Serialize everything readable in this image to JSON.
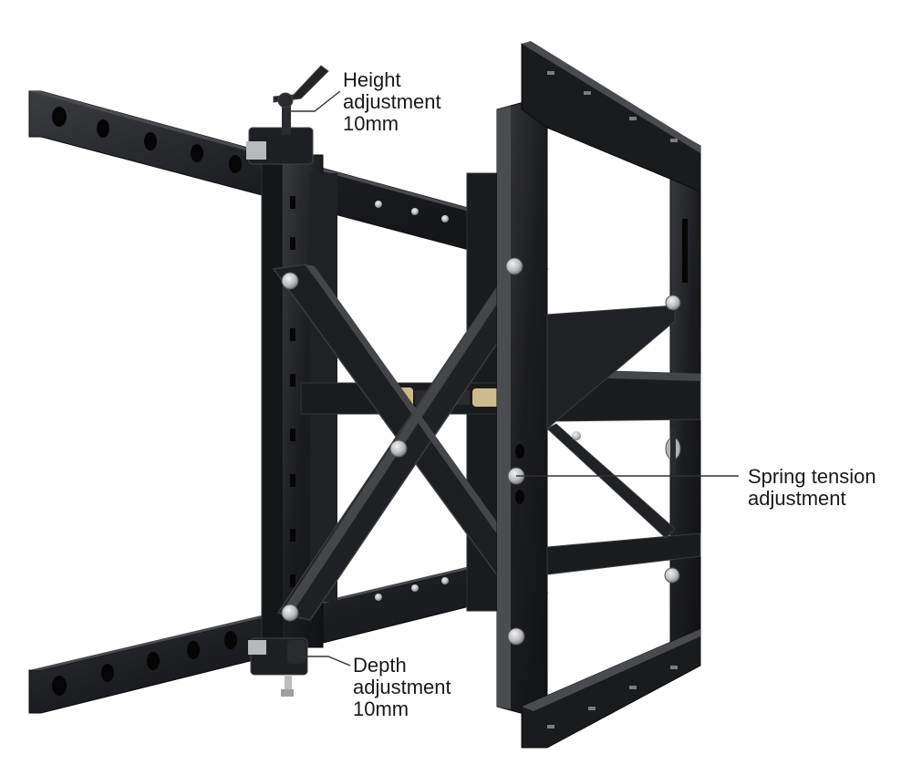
{
  "callouts": {
    "height": {
      "line1": "Height",
      "line2": "adjustment",
      "line3": "10mm"
    },
    "spring": {
      "line1": "Spring tension",
      "line2": "adjustment"
    },
    "depth": {
      "line1": "Depth",
      "line2": "adjustment",
      "line3": "10mm"
    }
  },
  "colors": {
    "metal": "#1d1e20",
    "metal_edge": "#3a3b3e",
    "metal_hi": "#5a5c60",
    "bolt": "#c9cacc",
    "brass": "#cdbb8e",
    "leader": "#333333"
  }
}
